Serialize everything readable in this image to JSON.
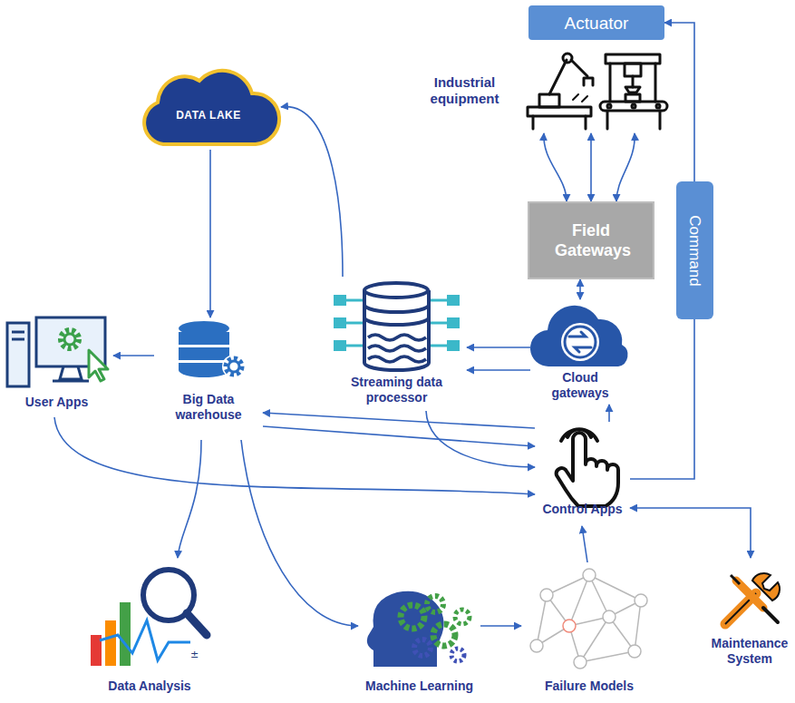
{
  "diagram": {
    "nodes": [
      {
        "text": [
          "Actuator"
        ]
      },
      {
        "text": [
          "Industrial equipment"
        ]
      },
      {
        "text": [
          "Field Gateways"
        ]
      },
      {
        "text": [
          "Command"
        ]
      },
      {
        "text": [
          "Cloud gateways"
        ]
      },
      {
        "text": [
          "Streaming data processor"
        ]
      },
      {
        "text": [
          "DATA LAKE"
        ]
      },
      {
        "text": [
          "Big Data warehouse"
        ]
      },
      {
        "text": [
          "User Apps"
        ]
      },
      {
        "text": [
          "Control Apps"
        ]
      },
      {
        "text": [
          "Data Analysis"
        ]
      },
      {
        "text": [
          "Machine Learning"
        ]
      },
      {
        "text": [
          "Failure Models"
        ]
      },
      {
        "text": [
          "Maintenance System"
        ]
      }
    ],
    "edges": [
      {
        "from": 2,
        "to": 1,
        "arrow": "both"
      },
      {
        "from": 2,
        "to": 1,
        "arrow": "both"
      },
      {
        "from": 2,
        "to": 1,
        "arrow": "both"
      },
      {
        "from": 2,
        "to": 4,
        "arrow": "both"
      },
      {
        "from": 4,
        "to": 5,
        "arrow": "to"
      },
      {
        "from": 4,
        "to": 5,
        "arrow": "to"
      },
      {
        "from": 5,
        "to": 6,
        "arrow": "to"
      },
      {
        "from": 6,
        "to": 7,
        "arrow": "to"
      },
      {
        "from": 5,
        "to": 9,
        "arrow": "to"
      },
      {
        "from": 9,
        "to": 4,
        "arrow": "to"
      },
      {
        "from": 9,
        "to": 7,
        "arrow": "to"
      },
      {
        "from": 7,
        "to": 9,
        "arrow": "to"
      },
      {
        "from": 7,
        "to": 8,
        "arrow": "to"
      },
      {
        "from": 8,
        "to": 9,
        "arrow": "to"
      },
      {
        "from": 7,
        "to": 10,
        "arrow": "to"
      },
      {
        "from": 7,
        "to": 11,
        "arrow": "to"
      },
      {
        "from": 11,
        "to": 12,
        "arrow": "to"
      },
      {
        "from": 12,
        "to": 9,
        "arrow": "to"
      },
      {
        "from": 9,
        "to": 13,
        "arrow": "both"
      },
      {
        "from": 9,
        "to": 3,
        "arrow": "none"
      },
      {
        "from": 3,
        "to": 0,
        "arrow": "to"
      }
    ]
  }
}
